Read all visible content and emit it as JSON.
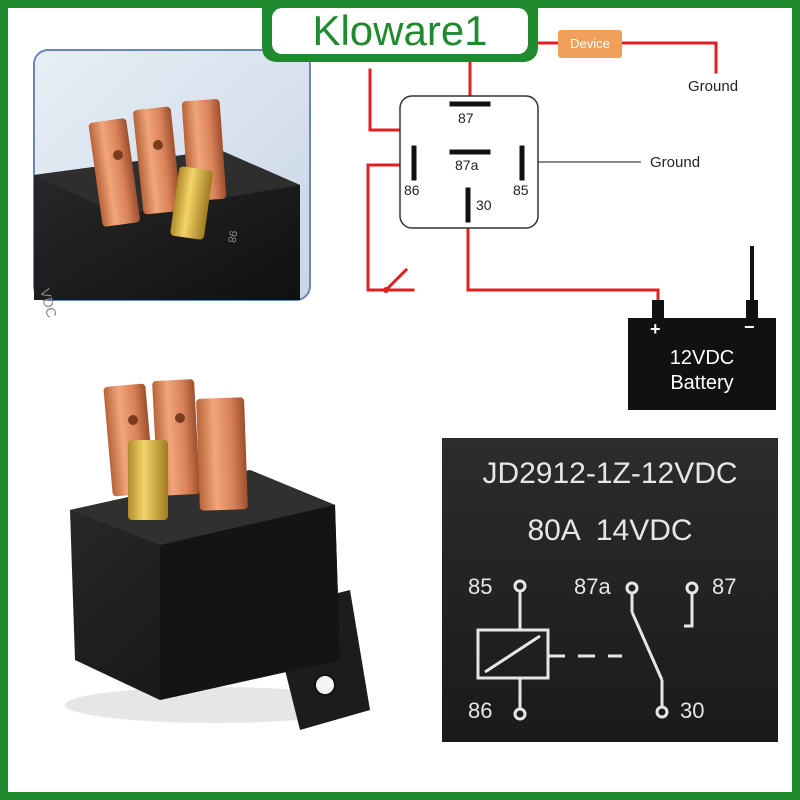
{
  "brand": {
    "name": "Kloware1",
    "frame_color": "#1f8a2e"
  },
  "wiring_diagram": {
    "device_label": "Device",
    "ground_label_top": "Ground",
    "ground_label_mid": "Ground",
    "pins": {
      "p87": "87",
      "p87a": "87a",
      "p86": "86",
      "p85": "85",
      "p30": "30"
    },
    "battery": {
      "plus": "+",
      "minus": "−",
      "line1": "12VDC",
      "line2": "Battery"
    },
    "wire_color": "#e02020",
    "ground_wire_color": "#888888",
    "device_color": "#f0a05a"
  },
  "label_plate": {
    "model": "JD2912-1Z-12VDC",
    "rating": "80A  14VDC",
    "pins": {
      "p85": "85",
      "p87a": "87a",
      "p87": "87",
      "p86": "86",
      "p30": "30"
    }
  }
}
